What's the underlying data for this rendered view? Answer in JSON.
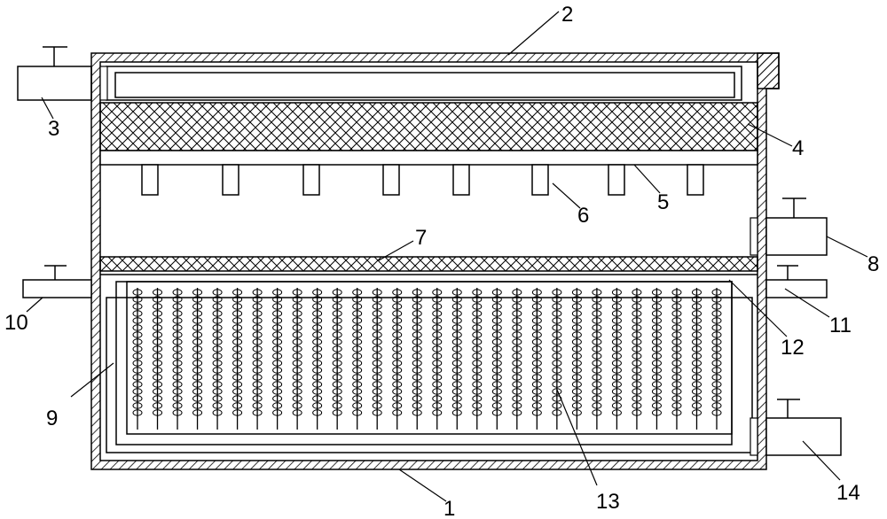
{
  "labels": {
    "l1": "1",
    "l2": "2",
    "l3": "3",
    "l4": "4",
    "l5": "5",
    "l6": "6",
    "l7": "7",
    "l8": "8",
    "l9": "9",
    "l10": "10",
    "l11": "11",
    "l12": "12",
    "l13": "13",
    "l14": "14"
  },
  "nozzle_count": 8,
  "tube_columns": 30,
  "tube_rows": 18
}
